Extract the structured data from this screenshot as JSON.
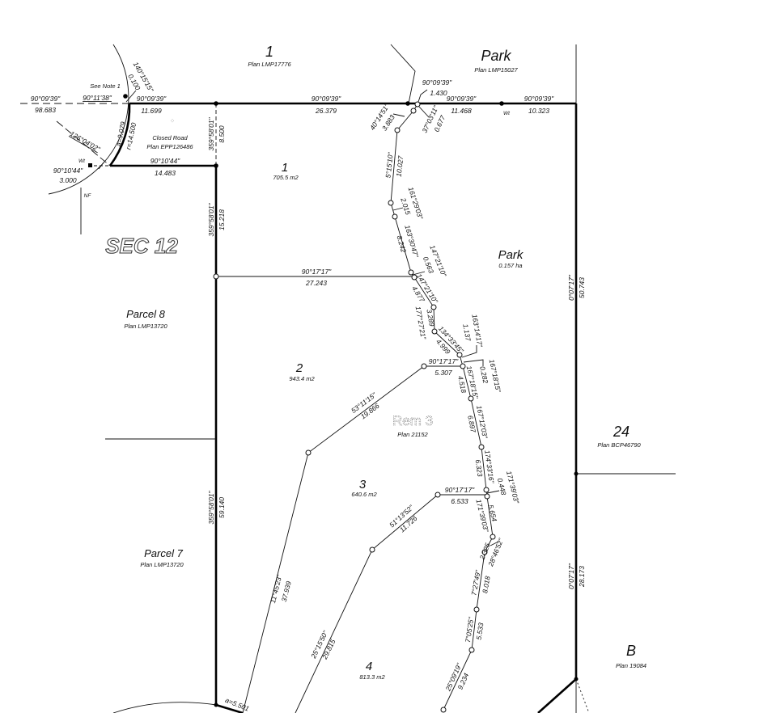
{
  "parcels": {
    "lot1_top": {
      "name": "1",
      "plan": "Plan LMP17776"
    },
    "park_top": {
      "name": "Park",
      "plan": "Plan LMP15027"
    },
    "lot1": {
      "name": "1",
      "area": "705.5 m2"
    },
    "park": {
      "name": "Park",
      "area": "0.157 ha"
    },
    "parcel8": {
      "name": "Parcel 8",
      "plan": "Plan LMP13720"
    },
    "lot2": {
      "name": "2",
      "area": "943.4 m2"
    },
    "rem3": {
      "name": "Rem 3",
      "plan": "Plan 21152"
    },
    "lot24": {
      "name": "24",
      "plan": "Plan BCP46790"
    },
    "lot3": {
      "name": "3",
      "area": "640.6 m2"
    },
    "parcel7": {
      "name": "Parcel 7",
      "plan": "Plan LMP13720"
    },
    "lotB": {
      "name": "B",
      "plan": "Plan 19084"
    },
    "lot4": {
      "name": "4",
      "area": "813.3 m2"
    },
    "closed_road": {
      "name": "Closed Road",
      "plan": "Plan EPP126486"
    }
  },
  "notes": {
    "see_note": "See Note 1",
    "wt1": "Wt",
    "wt2": "Wt",
    "nf": "NF",
    "section": "SEC 12",
    "bearing_extra": "90°11'38\""
  },
  "dims": [
    {
      "bearing": "90°09'39\"",
      "distance": "98.683"
    },
    {
      "bearing": "90°09'39\"",
      "distance": "11.699"
    },
    {
      "bearing": "90°09'39\"",
      "distance": "26.379"
    },
    {
      "bearing": "90°09'39\"",
      "distance": "1.430"
    },
    {
      "bearing": "90°09'39\"",
      "distance": "11.468"
    },
    {
      "bearing": "90°09'39\"",
      "distance": "10.323"
    },
    {
      "bearing": "140°15'15\"",
      "distance": "0.100"
    },
    {
      "bearing": "40°14'51\"",
      "distance": "3.883"
    },
    {
      "bearing": "37°03'11\"",
      "distance": "0.677"
    },
    {
      "bearing": "126°04'02\"",
      "distance": ""
    },
    {
      "bearing": "a=9.079",
      "distance": "r=14.500"
    },
    {
      "bearing": "359°58'01\"",
      "distance": "8.500"
    },
    {
      "bearing": "90°10'44\"",
      "distance": "3.000"
    },
    {
      "bearing": "90°10'44\"",
      "distance": "14.483"
    },
    {
      "bearing": "5°15'10\"",
      "distance": "10.027"
    },
    {
      "bearing": "161°29'03\"",
      "distance": "2.015"
    },
    {
      "bearing": "163°30'47\"",
      "distance": "8.242"
    },
    {
      "bearing": "147°21'10\"",
      "distance": "0.563"
    },
    {
      "bearing": "90°17'17\"",
      "distance": "27.243"
    },
    {
      "bearing": "147°21'10\"",
      "distance": "4.877"
    },
    {
      "bearing": "177°27'21\"",
      "distance": "3.289"
    },
    {
      "bearing": "163°14'17\"",
      "distance": "1.137"
    },
    {
      "bearing": "134°33'45\"",
      "distance": "4.999"
    },
    {
      "bearing": "90°17'17\"",
      "distance": "5.307"
    },
    {
      "bearing": "167°18'15\"",
      "distance": "0.282"
    },
    {
      "bearing": "167°18'15\"",
      "distance": "4.518"
    },
    {
      "bearing": "53°11'15\"",
      "distance": "19.866"
    },
    {
      "bearing": "167°12'03\"",
      "distance": "6.897"
    },
    {
      "bearing": "0°07'17\"",
      "distance": "50.743"
    },
    {
      "bearing": "359°58'01\"",
      "distance": "15.218"
    },
    {
      "bearing": "174°33'16\"",
      "distance": "6.323"
    },
    {
      "bearing": "171°39'03\"",
      "distance": "0.448"
    },
    {
      "bearing": "90°17'17\"",
      "distance": "6.533"
    },
    {
      "bearing": "171°39'03\"",
      "distance": "5.654"
    },
    {
      "bearing": "51°13'52\"",
      "distance": "11.726"
    },
    {
      "bearing": "359°58'01\"",
      "distance": "59.140"
    },
    {
      "bearing": "28°46'52\"",
      "distance": "2.325"
    },
    {
      "bearing": "7°27'49\"",
      "distance": "8.018"
    },
    {
      "bearing": "0°07'17\"",
      "distance": "28.173"
    },
    {
      "bearing": "11°45'23\"",
      "distance": "37.939"
    },
    {
      "bearing": "25°15'50\"",
      "distance": "29.815"
    },
    {
      "bearing": "7°05'25\"",
      "distance": "5.533"
    },
    {
      "bearing": "25°09'19\"",
      "distance": "9.234"
    },
    {
      "bearing": "a=5.501",
      "distance": ""
    }
  ]
}
